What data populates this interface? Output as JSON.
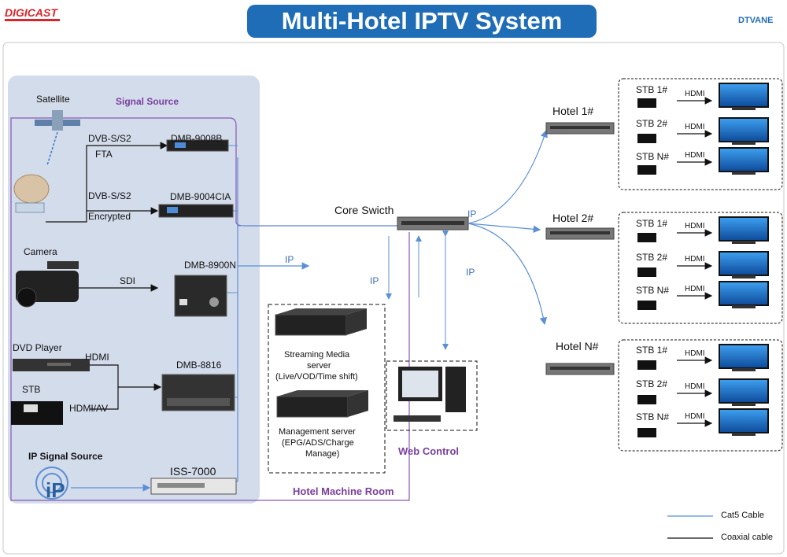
{
  "header": {
    "title": "Multi-Hotel IPTV System",
    "logo_left": "DIGICAST",
    "logo_right": "DTVANE"
  },
  "colors": {
    "title_bg": "#1f6db7",
    "cat5": "#5b8fd6",
    "coax": "#111111",
    "room": "#8a58b3",
    "signal_panel": "#d3dcea",
    "accent_label": "#7a3e9d"
  },
  "sources": {
    "satellite": "Satellite",
    "signal_source": "Signal Source",
    "camera": "Camera",
    "dvd_player": "DVD Player",
    "stb": "STB",
    "ip_signal_source": "IP Signal Source"
  },
  "links": {
    "dvb1": "DVB-S/S2",
    "fta": "FTA",
    "dvb2": "DVB-S/S2",
    "encrypted": "Encrypted",
    "sdi": "SDI",
    "hdmi": "HDMI",
    "hdmi_av": "HDMI/AV",
    "ip": "IP"
  },
  "devices": {
    "dmb9008b": "DMB-9008B",
    "dmb9004cia": "DMB-9004CIA",
    "dmb8900n": "DMB-8900N",
    "dmb8816": "DMB-8816",
    "iss7000": "ISS-7000",
    "core_switch": "Core Swicth"
  },
  "servers": {
    "streaming_line1": "Streaming Media",
    "streaming_line2": "server",
    "streaming_line3": "(Live/VOD/Time shift)",
    "management_line1": "Management server",
    "management_line2": "(EPG/ADS/Charge",
    "management_line3": "Manage)"
  },
  "areas": {
    "web_control": "Web Control",
    "hotel_machine_room": "Hotel Machine Room"
  },
  "hotels": [
    {
      "name": "Hotel 1#",
      "stbs": [
        "STB 1#",
        "STB 2#",
        "STB N#"
      ]
    },
    {
      "name": "Hotel 2#",
      "stbs": [
        "STB 1#",
        "STB 2#",
        "STB N#"
      ]
    },
    {
      "name": "Hotel N#",
      "stbs": [
        "STB 1#",
        "STB 2#",
        "STB N#"
      ]
    }
  ],
  "legend": {
    "cat5": "Cat5 Cable",
    "coaxial": "Coaxial cable"
  }
}
